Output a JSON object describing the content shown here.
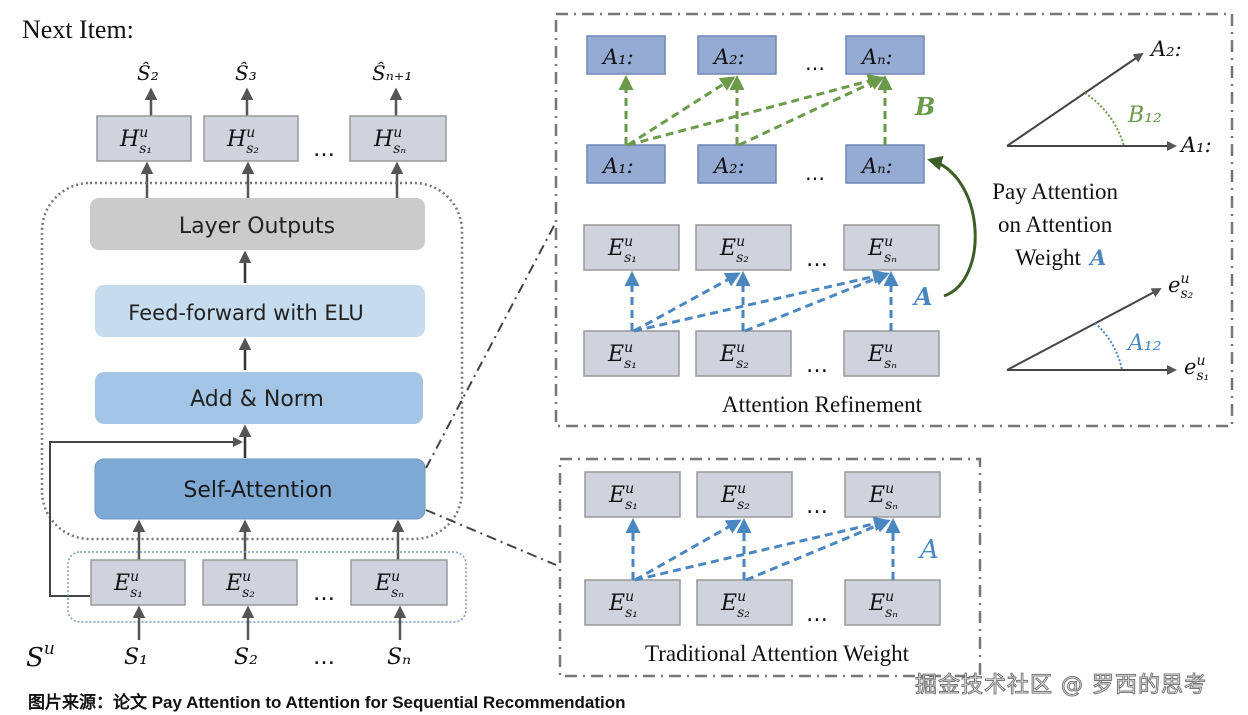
{
  "header": {
    "next_item_label": "Next Item:"
  },
  "left_model": {
    "predictions": [
      "Ŝ₂",
      "Ŝ₃",
      "Ŝₙ₊₁"
    ],
    "hidden_states": [
      {
        "base": "H",
        "sup": "u",
        "sub": "s₁"
      },
      {
        "base": "H",
        "sup": "u",
        "sub": "s₂"
      },
      {
        "base": "H",
        "sup": "u",
        "sub": "sₙ"
      }
    ],
    "ellipsis": "…",
    "layers": {
      "layer_outputs": "Layer Outputs",
      "feed_forward": "Feed-forward with ELU",
      "add_norm": "Add & Norm",
      "self_attention": "Self-Attention"
    },
    "embeddings": [
      {
        "base": "E",
        "sup": "u",
        "sub": "s₁"
      },
      {
        "base": "E",
        "sup": "u",
        "sub": "s₂"
      },
      {
        "base": "E",
        "sup": "u",
        "sub": "sₙ"
      }
    ],
    "sequence_label": {
      "base": "S",
      "sup": "u"
    },
    "inputs": [
      "S₁",
      "S₂",
      "Sₙ"
    ]
  },
  "attention_refinement": {
    "title": "Attention Refinement",
    "top_row": [
      "A₁:",
      "A₂:",
      "Aₙ:"
    ],
    "mid_row": [
      "A₁:",
      "A₂:",
      "Aₙ:"
    ],
    "b_label": "B",
    "emb_top": [
      {
        "base": "E",
        "sup": "u",
        "sub": "s₁"
      },
      {
        "base": "E",
        "sup": "u",
        "sub": "s₂"
      },
      {
        "base": "E",
        "sup": "u",
        "sub": "sₙ"
      }
    ],
    "emb_bottom": [
      {
        "base": "E",
        "sup": "u",
        "sub": "s₁"
      },
      {
        "base": "E",
        "sup": "u",
        "sub": "s₂"
      },
      {
        "base": "E",
        "sup": "u",
        "sub": "sₙ"
      }
    ],
    "a_label": "A",
    "pay_attention_lines": [
      "Pay Attention",
      "on Attention",
      "Weight "
    ],
    "pay_attention_symbol": "A",
    "vector_diagram_top": {
      "upper": "A₂:",
      "lower": "A₁:",
      "angle": "B₁₂"
    },
    "vector_diagram_bottom": {
      "upper_base": "e",
      "upper_sup": "u",
      "upper_sub": "s₂",
      "lower_base": "e",
      "lower_sup": "u",
      "lower_sub": "s₁",
      "angle": "A₁₂"
    }
  },
  "traditional_attention": {
    "title": "Traditional Attention Weight",
    "emb_top": [
      {
        "base": "E",
        "sup": "u",
        "sub": "s₁"
      },
      {
        "base": "E",
        "sup": "u",
        "sub": "s₂"
      },
      {
        "base": "E",
        "sup": "u",
        "sub": "sₙ"
      }
    ],
    "emb_bottom": [
      {
        "base": "E",
        "sup": "u",
        "sub": "s₁"
      },
      {
        "base": "E",
        "sup": "u",
        "sub": "s₂"
      },
      {
        "base": "E",
        "sup": "u",
        "sub": "sₙ"
      }
    ],
    "a_label": "A"
  },
  "caption": "图片来源：论文 Pay Attention to Attention for Sequential Recommendation",
  "watermark": "掘金技术社区 @ 罗西的思考",
  "colors": {
    "green": "#6a9a4a",
    "dark_green": "#3d5e25",
    "blue": "#4a86c0",
    "box_gray": "#cfd3de",
    "box_blue": "#95abd3",
    "layer_gray": "#cbcbcb",
    "ffn_blue": "#c5dcef",
    "addnorm_blue": "#a4c6e6",
    "selfattn_blue": "#7ea9d4"
  }
}
